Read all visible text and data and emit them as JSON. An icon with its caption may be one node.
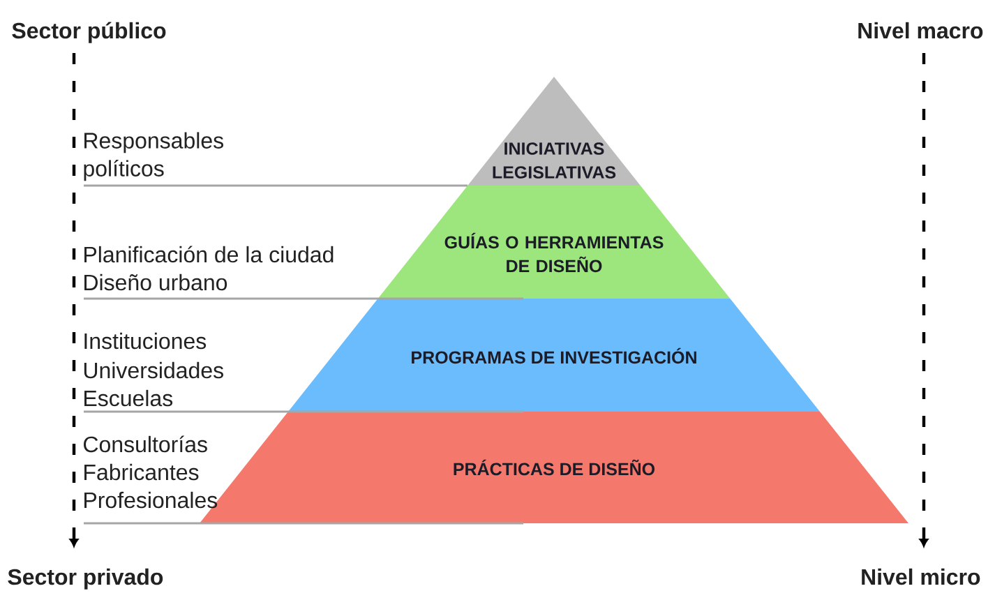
{
  "diagram": {
    "nodes": [
      {
        "text": [
          "INICIATIVAS LEGISLATIVAS"
        ]
      },
      {
        "text": [
          "GUÍAS O HERRAMIENTAS DE DISEÑO"
        ]
      },
      {
        "text": [
          "PROGRAMAS DE INVESTIGACIÓN"
        ]
      },
      {
        "text": [
          "PRÁCTICAS DE DISEÑO"
        ]
      }
    ],
    "labels": [
      "Sector público",
      "Nivel macro",
      "Responsables políticos",
      "Planificación de la ciudad",
      "Diseño urbano",
      "Instituciones",
      "Universidades",
      "Escuelas",
      "Consultorías",
      "Fabricantes",
      "Profesionales",
      "Sector privado",
      "Nivel micro"
    ]
  }
}
